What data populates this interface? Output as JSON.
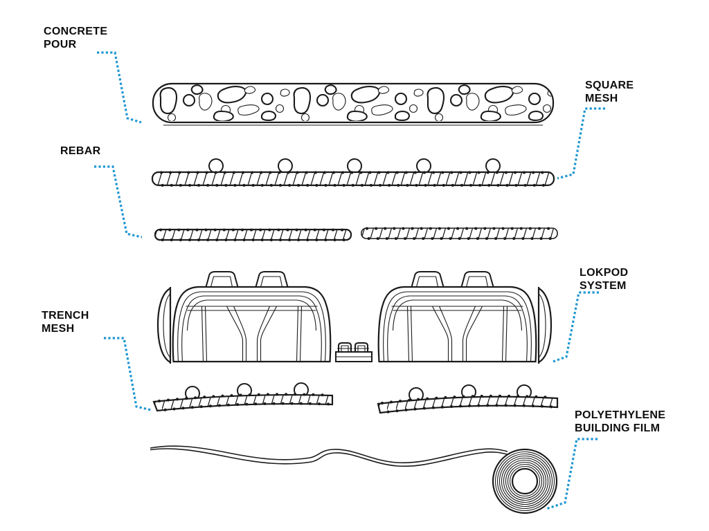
{
  "colors": {
    "background": "#ffffff",
    "ink": "#1a1a1a",
    "text": "#0d0d0d",
    "leader_blue": "#1e96d2"
  },
  "labels": {
    "concrete_pour": {
      "line1": "CONCRETE",
      "line2": "POUR"
    },
    "square_mesh": {
      "line1": "SQUARE",
      "line2": "MESH"
    },
    "rebar": {
      "line1": "REBAR",
      "line2": ""
    },
    "lokpod": {
      "line1": "LOKPOD",
      "line2": "SYSTEM"
    },
    "trench_mesh": {
      "line1": "TRENCH",
      "line2": "MESH"
    },
    "poly_film": {
      "line1": "POLYETHYLENE",
      "line2": "BUILDING FILM"
    }
  }
}
